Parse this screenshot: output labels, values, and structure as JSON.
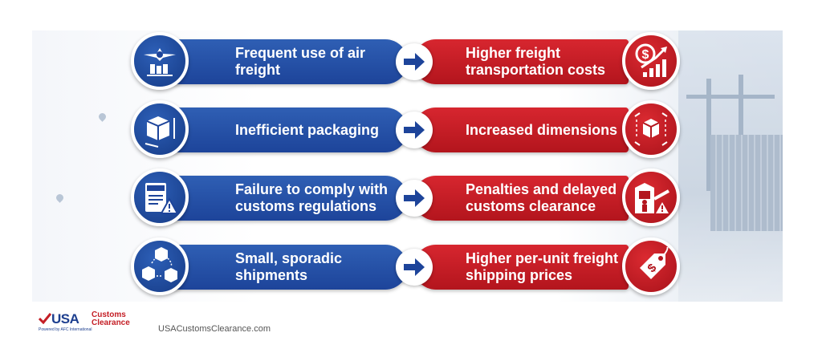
{
  "rows": [
    {
      "cause": "Frequent use of air freight",
      "effect": "Higher freight transportation costs",
      "cause_icon": "airplane-cargo-icon",
      "effect_icon": "dollar-growth-chart-icon"
    },
    {
      "cause": "Inefficient packaging",
      "effect": "Increased dimensions",
      "cause_icon": "box-dimensions-icon",
      "effect_icon": "cube-expand-icon"
    },
    {
      "cause": "Failure to comply with customs regulations",
      "effect": "Penalties and delayed customs clearance",
      "cause_icon": "customs-clipboard-warning-icon",
      "effect_icon": "customs-barrier-warning-icon"
    },
    {
      "cause": "Small, sporadic shipments",
      "effect": "Higher per-unit freight shipping prices",
      "cause_icon": "scattered-boxes-icon",
      "effect_icon": "dollar-price-tag-icon"
    }
  ],
  "brand": {
    "name": "USA",
    "name_suffix": "Customs Clearance",
    "tagline": "Powered by AFC International",
    "website": "USACustomsClearance.com"
  },
  "colors": {
    "blue": "#1d449a",
    "red": "#c41e25"
  }
}
